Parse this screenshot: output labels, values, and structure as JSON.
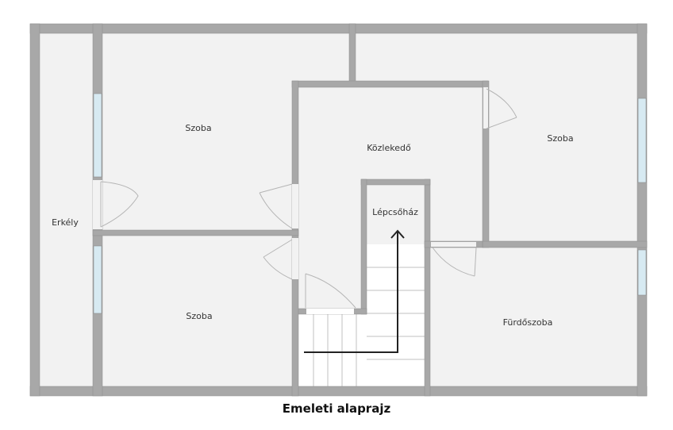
{
  "rooms": {
    "balcony": "Erkély",
    "room_top_left": "Szoba",
    "room_bottom_left": "Szoba",
    "hallway": "Közlekedő",
    "room_right": "Szoba",
    "stairwell": "Lépcsőház",
    "bathroom": "Fürdőszoba"
  },
  "caption": "Emeleti alaprajz",
  "colors": {
    "floor": "#f2f2f2",
    "wall": "#a8a8a8",
    "wall_outline": "#8c8c8c",
    "window": "#d7eaf2",
    "arrow": "#222222"
  }
}
